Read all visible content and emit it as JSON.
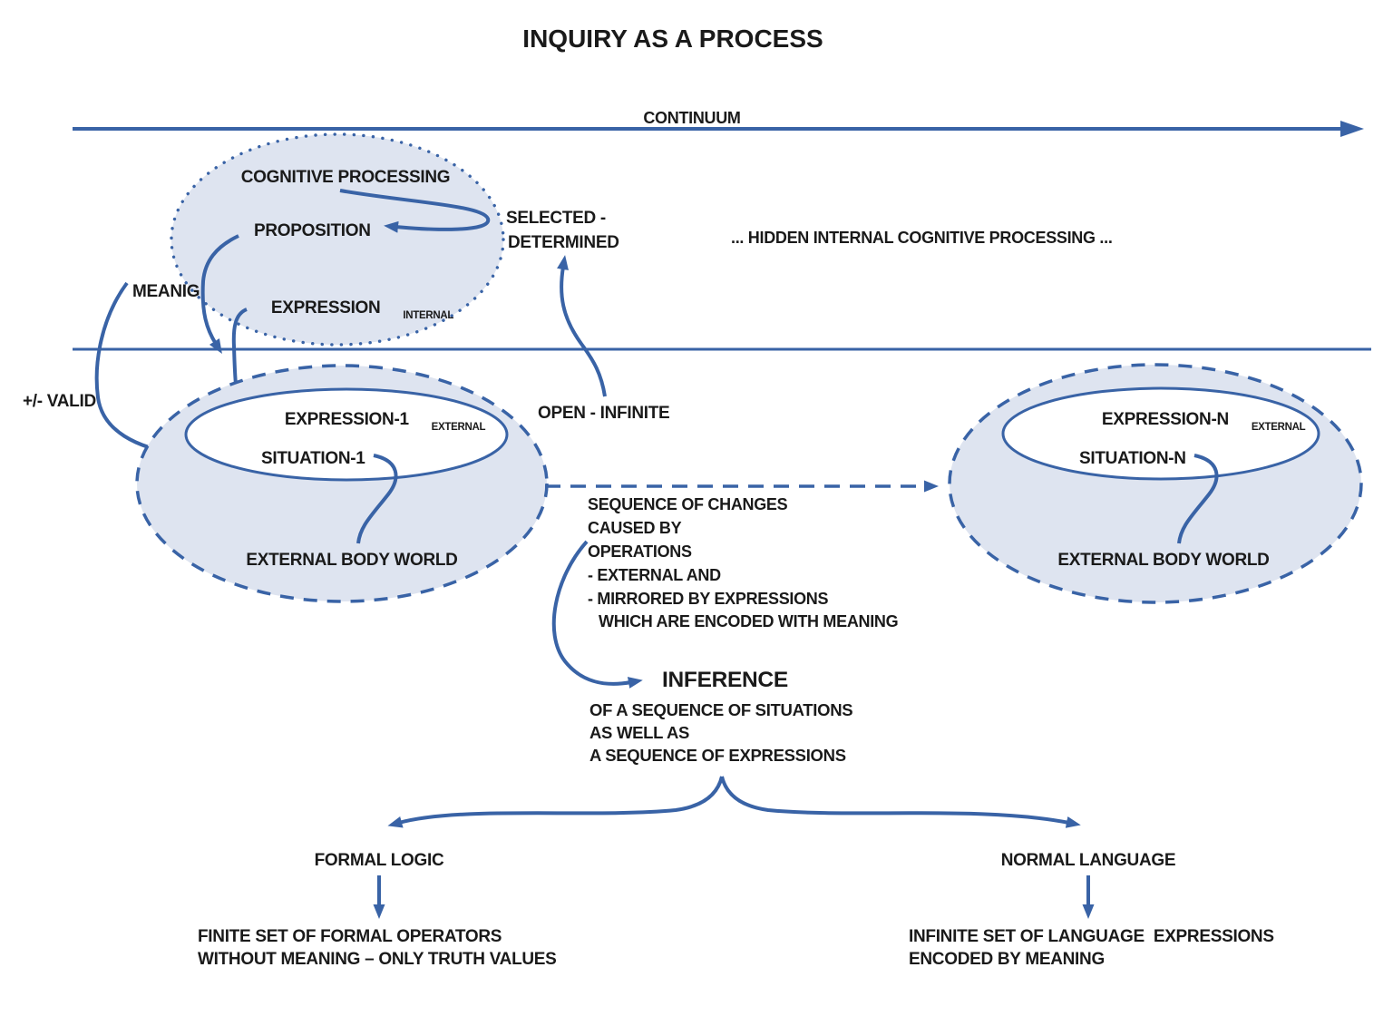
{
  "title": "INQUIRY AS A PROCESS",
  "colors": {
    "line": "#3963A6",
    "ellipse_fill": "#DEE4F0",
    "text": "#1A1A1A",
    "background": "#FFFFFF"
  },
  "continuum": {
    "label": "CONTINUUM"
  },
  "hidden_processing": {
    "label": "... HIDDEN INTERNAL COGNITIVE PROCESSING ..."
  },
  "cognitive": {
    "processing": "COGNITIVE PROCESSING",
    "proposition": "PROPOSITION",
    "expression": "EXPRESSION",
    "expression_sub": "INTERNAL"
  },
  "selected_determined": {
    "line1": "SELECTED -",
    "line2": "DETERMINED"
  },
  "meanig": "MEANIG",
  "valid": "+/- VALID",
  "open_infinite": "OPEN - INFINITE",
  "left_world": {
    "expression": "EXPRESSION-1",
    "expression_sub": "EXTERNAL",
    "situation": "SITUATION-1",
    "body": "EXTERNAL BODY WORLD"
  },
  "right_world": {
    "expression": "EXPRESSION-N",
    "expression_sub": "EXTERNAL",
    "situation": "SITUATION-N",
    "body": "EXTERNAL BODY WORLD"
  },
  "sequence": {
    "lines": [
      "SEQUENCE OF CHANGES",
      "CAUSED BY",
      "OPERATIONS",
      "- EXTERNAL AND",
      "- MIRRORED BY EXPRESSIONS",
      "WHICH ARE ENCODED WITH MEANING"
    ]
  },
  "inference": {
    "title": "INFERENCE",
    "lines": [
      "OF A SEQUENCE OF SITUATIONS",
      "AS WELL AS",
      "A SEQUENCE OF EXPRESSIONS"
    ]
  },
  "formal": {
    "label": "FORMAL LOGIC",
    "lines": [
      "FINITE SET OF FORMAL OPERATORS",
      "WITHOUT MEANING – ONLY TRUTH VALUES"
    ]
  },
  "normal": {
    "label": "NORMAL LANGUAGE",
    "lines": [
      "INFINITE SET OF LANGUAGE  EXPRESSIONS",
      "ENCODED BY MEANING"
    ]
  }
}
